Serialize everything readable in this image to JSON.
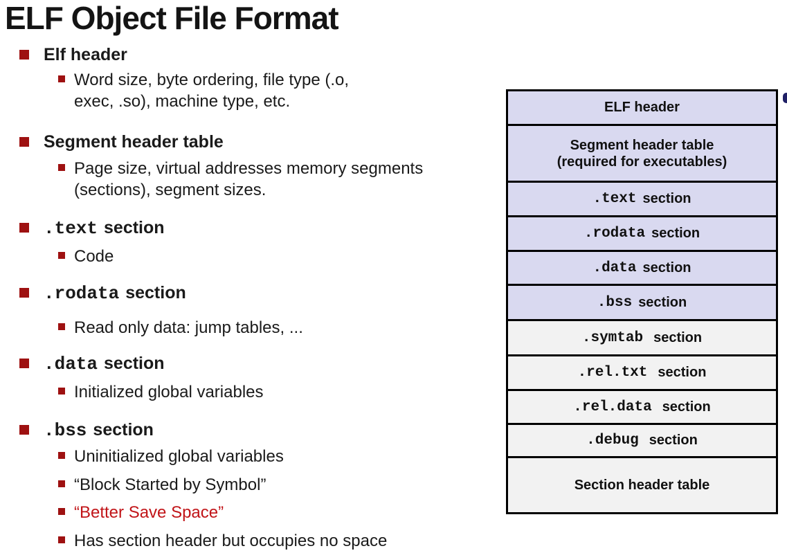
{
  "title": "ELF Object File Format",
  "colors": {
    "bullet_maroon": "#9e1111",
    "highlight_red": "#c11418",
    "diagram_lavender": "#d9d9f0",
    "diagram_gray": "#f2f2f2",
    "diagram_border": "#000000",
    "edge_marker_navy": "#1f2066"
  },
  "outline": [
    {
      "mono": "",
      "heading": "Elf header",
      "subs": [
        {
          "lines": [
            "Word size, byte ordering, file type (.o,",
            "exec, .so), machine type, etc."
          ]
        }
      ]
    },
    {
      "mono": "",
      "heading": "Segment header table",
      "subs": [
        {
          "lines": [
            "Page size, virtual addresses memory segments",
            "(sections), segment sizes."
          ]
        }
      ]
    },
    {
      "mono": ".text",
      "heading": "section",
      "subs": [
        {
          "lines": [
            "Code"
          ]
        }
      ]
    },
    {
      "mono": ".rodata",
      "heading": "section",
      "subs": [
        {
          "lines": [
            "Read only data: jump tables, ..."
          ]
        }
      ]
    },
    {
      "mono": ".data",
      "heading": "section",
      "subs": [
        {
          "lines": [
            "Initialized global variables"
          ]
        }
      ]
    },
    {
      "mono": ".bss",
      "heading": "section",
      "subs": [
        {
          "lines": [
            "Uninitialized global variables"
          ]
        },
        {
          "lines": [
            "“Block Started by Symbol”"
          ]
        },
        {
          "lines": [
            "“Better Save Space”"
          ],
          "red": true
        },
        {
          "lines": [
            "Has section header but occupies no space"
          ]
        }
      ]
    }
  ],
  "diagram": {
    "rows": [
      {
        "mono": "",
        "label": "ELF header",
        "fill": "lavender"
      },
      {
        "mono": "",
        "label": "Segment header table",
        "label2": "(required for executables)",
        "fill": "lavender"
      },
      {
        "mono": ".text",
        "label": "section",
        "fill": "lavender"
      },
      {
        "mono": ".rodata",
        "label": "section",
        "fill": "lavender"
      },
      {
        "mono": ".data",
        "label": "section",
        "fill": "lavender"
      },
      {
        "mono": ".bss",
        "label": "section",
        "fill": "lavender"
      },
      {
        "mono": ".symtab",
        "label": "section",
        "fill": "gray"
      },
      {
        "mono": ".rel.txt",
        "label": "section",
        "fill": "gray"
      },
      {
        "mono": ".rel.data",
        "label": "section",
        "fill": "gray"
      },
      {
        "mono": ".debug",
        "label": "section",
        "fill": "gray"
      },
      {
        "mono": "",
        "label": "Section header table",
        "fill": "gray"
      }
    ]
  }
}
